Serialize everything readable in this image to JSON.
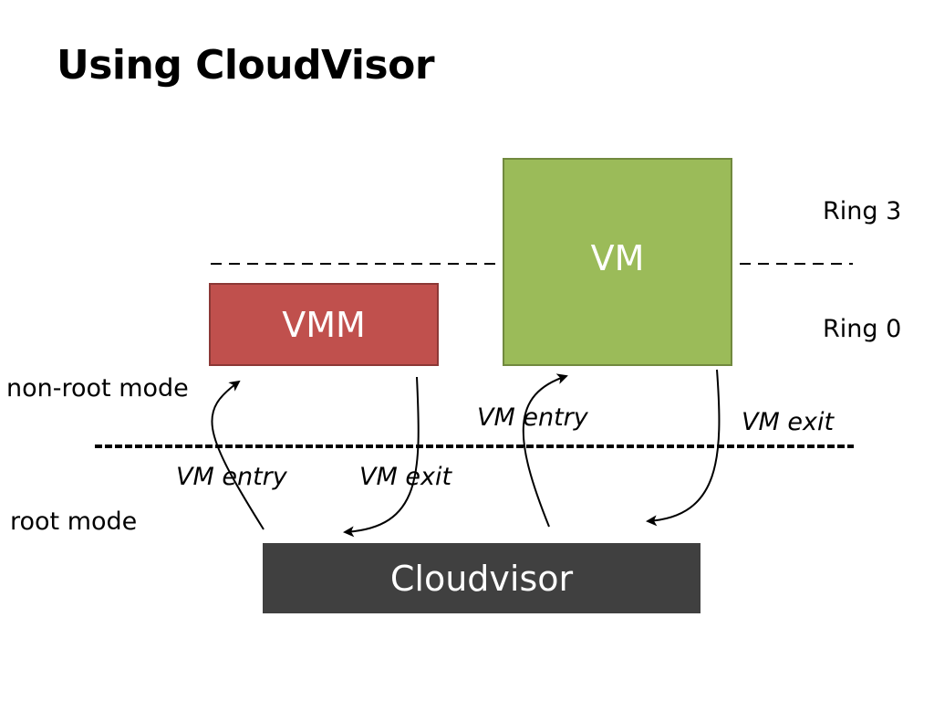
{
  "title": "Using CloudVisor",
  "boxes": {
    "vmm": "VMM",
    "vm": "VM",
    "cloudvisor": "Cloudvisor"
  },
  "labels": {
    "ring3": "Ring 3",
    "ring0": "Ring 0",
    "non_root_mode": "non-root mode",
    "root_mode": "root mode",
    "vm_entry_left": "VM entry",
    "vm_exit_left": "VM exit",
    "vm_entry_right": "VM entry",
    "vm_exit_right": "VM exit"
  },
  "colors": {
    "vmm": "#c0504d",
    "vm": "#9bbb59",
    "cloudvisor": "#404040"
  }
}
